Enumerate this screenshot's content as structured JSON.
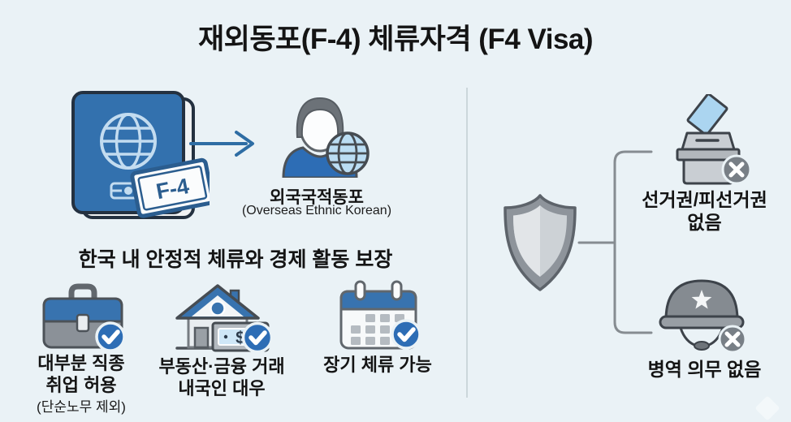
{
  "title": "재외동포(F-4) 체류자격 (F4 Visa)",
  "flow": {
    "passport_icon": "passport-globe-icon",
    "arrow_icon": "right-arrow-icon",
    "subject_icon": "person-globe-icon",
    "passport_tag": "F-4",
    "subject_label": "외국국적동포",
    "subject_sublabel": "(Overseas Ethnic Korean)"
  },
  "benefits": {
    "heading": "한국 내 안정적 체류와 경제 활동 보장",
    "items": [
      {
        "icon": "briefcase-check-icon",
        "line1": "대부분 직종",
        "line2": "취업 허용",
        "note": "(단순노무 제외)"
      },
      {
        "icon": "house-money-check-icon",
        "line1": "부동산·금융 거래",
        "line2": "내국인 대우",
        "note": "",
        "money_symbol": "$"
      },
      {
        "icon": "calendar-check-icon",
        "line1": "장기 체류 가능",
        "line2": "",
        "note": ""
      }
    ]
  },
  "restrictions": {
    "icon": "shield-icon",
    "items": [
      {
        "icon": "ballot-box-x-icon",
        "line1": "선거권/피선거권",
        "line2": "없음"
      },
      {
        "icon": "soldier-helmet-x-icon",
        "line1": "병역 의무 없음",
        "line2": ""
      }
    ]
  },
  "colors": {
    "background": "#eaf2f6",
    "primary_blue": "#2d6db5",
    "passport_blue": "#3371ae",
    "light_blue": "#abd5f0",
    "icon_gray": "#8b9198",
    "outline_dark": "#3d434a",
    "connector_gray": "#868c91",
    "text": "#141414"
  }
}
